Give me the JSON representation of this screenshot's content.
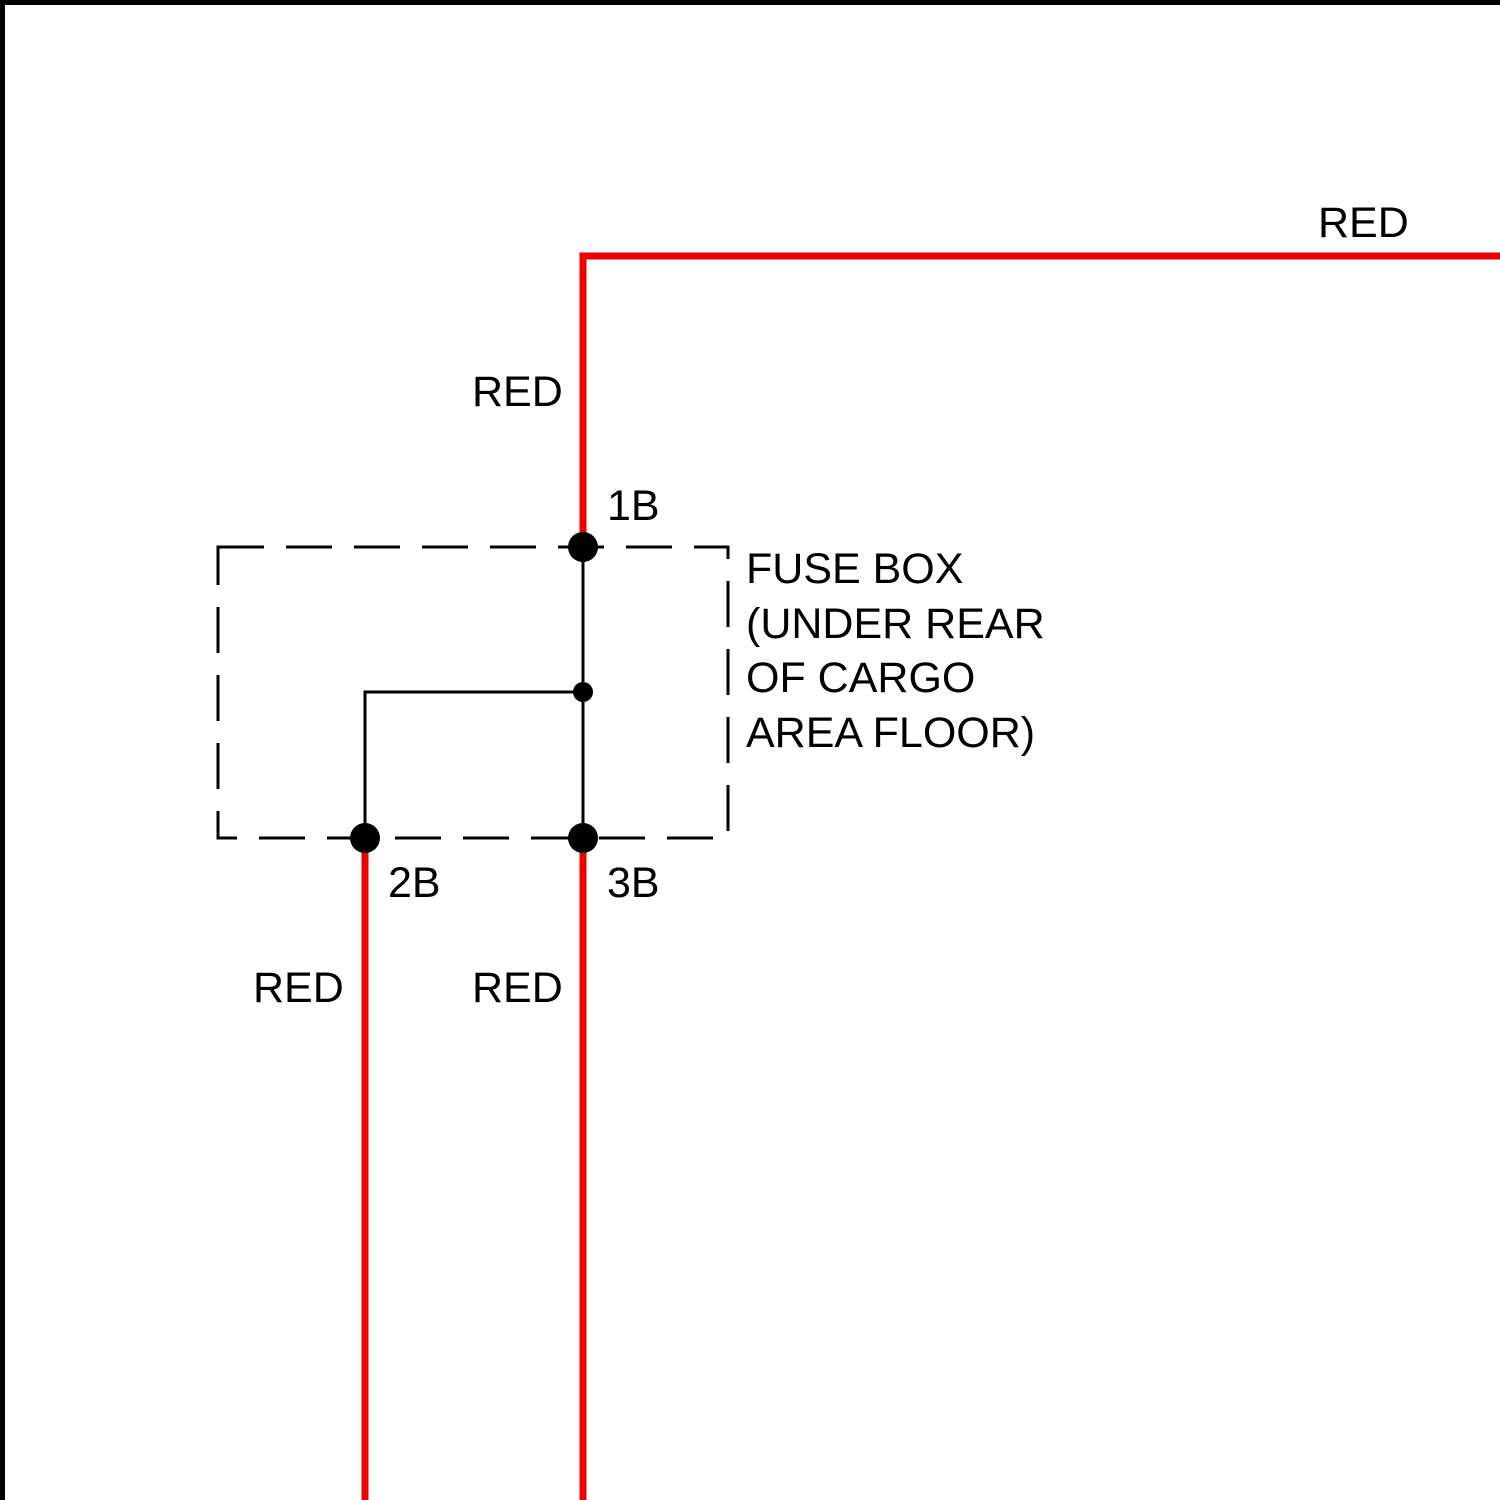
{
  "colors": {
    "wire": "#ee0000",
    "ink": "#000000",
    "background": "#ffffff"
  },
  "wires": {
    "top_horizontal": {
      "color_label": "RED"
    },
    "top_vertical": {
      "color_label": "RED"
    },
    "bottom_left": {
      "color_label": "RED"
    },
    "bottom_right": {
      "color_label": "RED"
    }
  },
  "terminals": {
    "t1": "1B",
    "t2": "2B",
    "t3": "3B"
  },
  "fuse_box": {
    "label_lines": [
      "FUSE BOX",
      "(UNDER REAR",
      "OF CARGO",
      "AREA FLOOR)"
    ]
  }
}
